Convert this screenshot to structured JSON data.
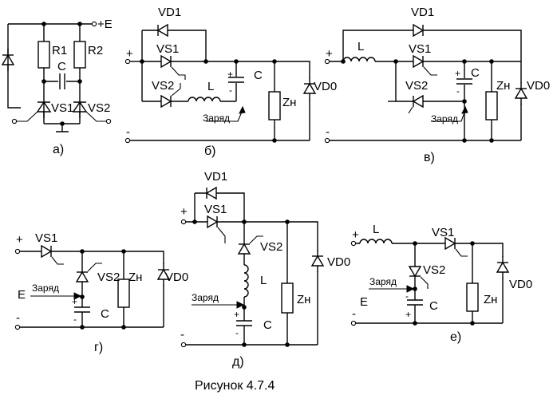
{
  "labels": {
    "plus_e": "+E",
    "r1": "R1",
    "r2": "R2",
    "c": "C",
    "vs1": "VS1",
    "vs2": "VS2",
    "vd1": "VD1",
    "vd0": "VD0",
    "l": "L",
    "zn": "Zн",
    "charge": "Заряд",
    "e": "E",
    "plus": "+",
    "minus": "-"
  },
  "panels": {
    "a": "а)",
    "b": "б)",
    "v": "в)",
    "g": "г)",
    "d": "д)",
    "e": "е)"
  },
  "caption": "Рисунок 4.7.4"
}
